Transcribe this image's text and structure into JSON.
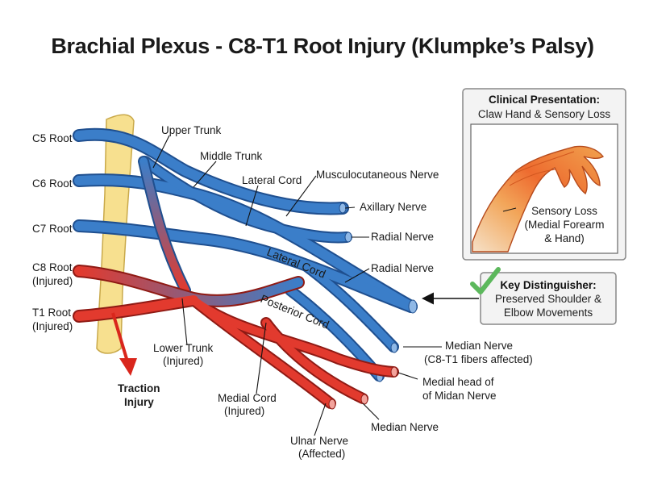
{
  "title": "Brachial Plexus - C8-T1 Root Injury (Klumpke’s Palsy)",
  "roots": {
    "c5": "C5 Root",
    "c6": "C6 Root",
    "c7": "C7 Root",
    "c8": "C8 Root",
    "c8_note": "(Injured)",
    "t1": "T1 Root",
    "t1_note": "(Injured)"
  },
  "labels": {
    "upper_trunk": "Upper Trunk",
    "middle_trunk": "Middle Trunk",
    "lateral_cord_top": "Lateral Cord",
    "musculocutaneous": "Musculocutaneous Nerve",
    "axillary": "Axillary Nerve",
    "radial_1": "Radial Nerve",
    "radial_2": "Radial Nerve",
    "lateral_cord_mid": "Lateral Cord",
    "posterior_cord": "Posterior Cord",
    "lower_trunk": "Lower Trunk",
    "lower_trunk_note": "(Injured)",
    "traction_1": "Traction",
    "traction_2": "Injury",
    "medial_cord": "Medial Cord",
    "medial_cord_note": "(Injured)",
    "ulnar_1": "Ulnar Nerve",
    "ulnar_2": "(Affected)",
    "median_nerve": "Median Nerve",
    "median_note": "(C8-T1 fibers affected)",
    "medial_head_1": "Medial head of",
    "medial_head_2": "of Midan Nerve",
    "median_nerve_bottom": "Median Nerve"
  },
  "clinical_box": {
    "title": "Clinical Presentation:",
    "subtitle": "Claw Hand & Sensory Loss",
    "sensory_1": "Sensory Loss",
    "sensory_2": "(Medial Forearm",
    "sensory_3": "& Hand)"
  },
  "distinguisher_box": {
    "title": "Key Distinguisher:",
    "line_1": "Preserved Shoulder &",
    "line_2": "Elbow Movements"
  },
  "colors": {
    "nerve_blue": "#3b7ec9",
    "nerve_blue_dark": "#1f4f8f",
    "nerve_red": "#e23a2e",
    "nerve_red_dark": "#8f1a14",
    "bone": "#f7e08f",
    "check_green": "#5cb85c",
    "box_border": "#888888"
  }
}
